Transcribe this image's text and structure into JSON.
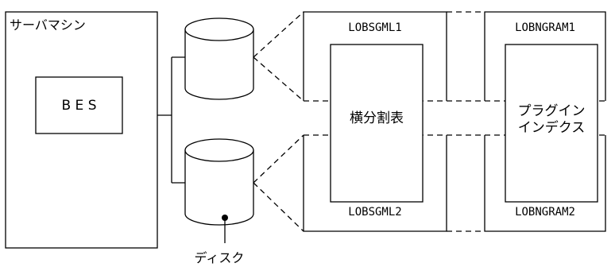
{
  "server": {
    "title": "サーバマシン",
    "bes": "B E S"
  },
  "disk": {
    "label": "ディスク"
  },
  "area_sgml1": {
    "label": "LOBSGML1"
  },
  "area_sgml2": {
    "label": "LOBSGML2"
  },
  "area_ngram1": {
    "label": "LOBNGRAM1"
  },
  "area_ngram2": {
    "label": "LOBNGRAM2"
  },
  "table": {
    "label": "横分割表"
  },
  "plugin_index": {
    "line1": "プラグイン",
    "line2": "インデクス"
  }
}
